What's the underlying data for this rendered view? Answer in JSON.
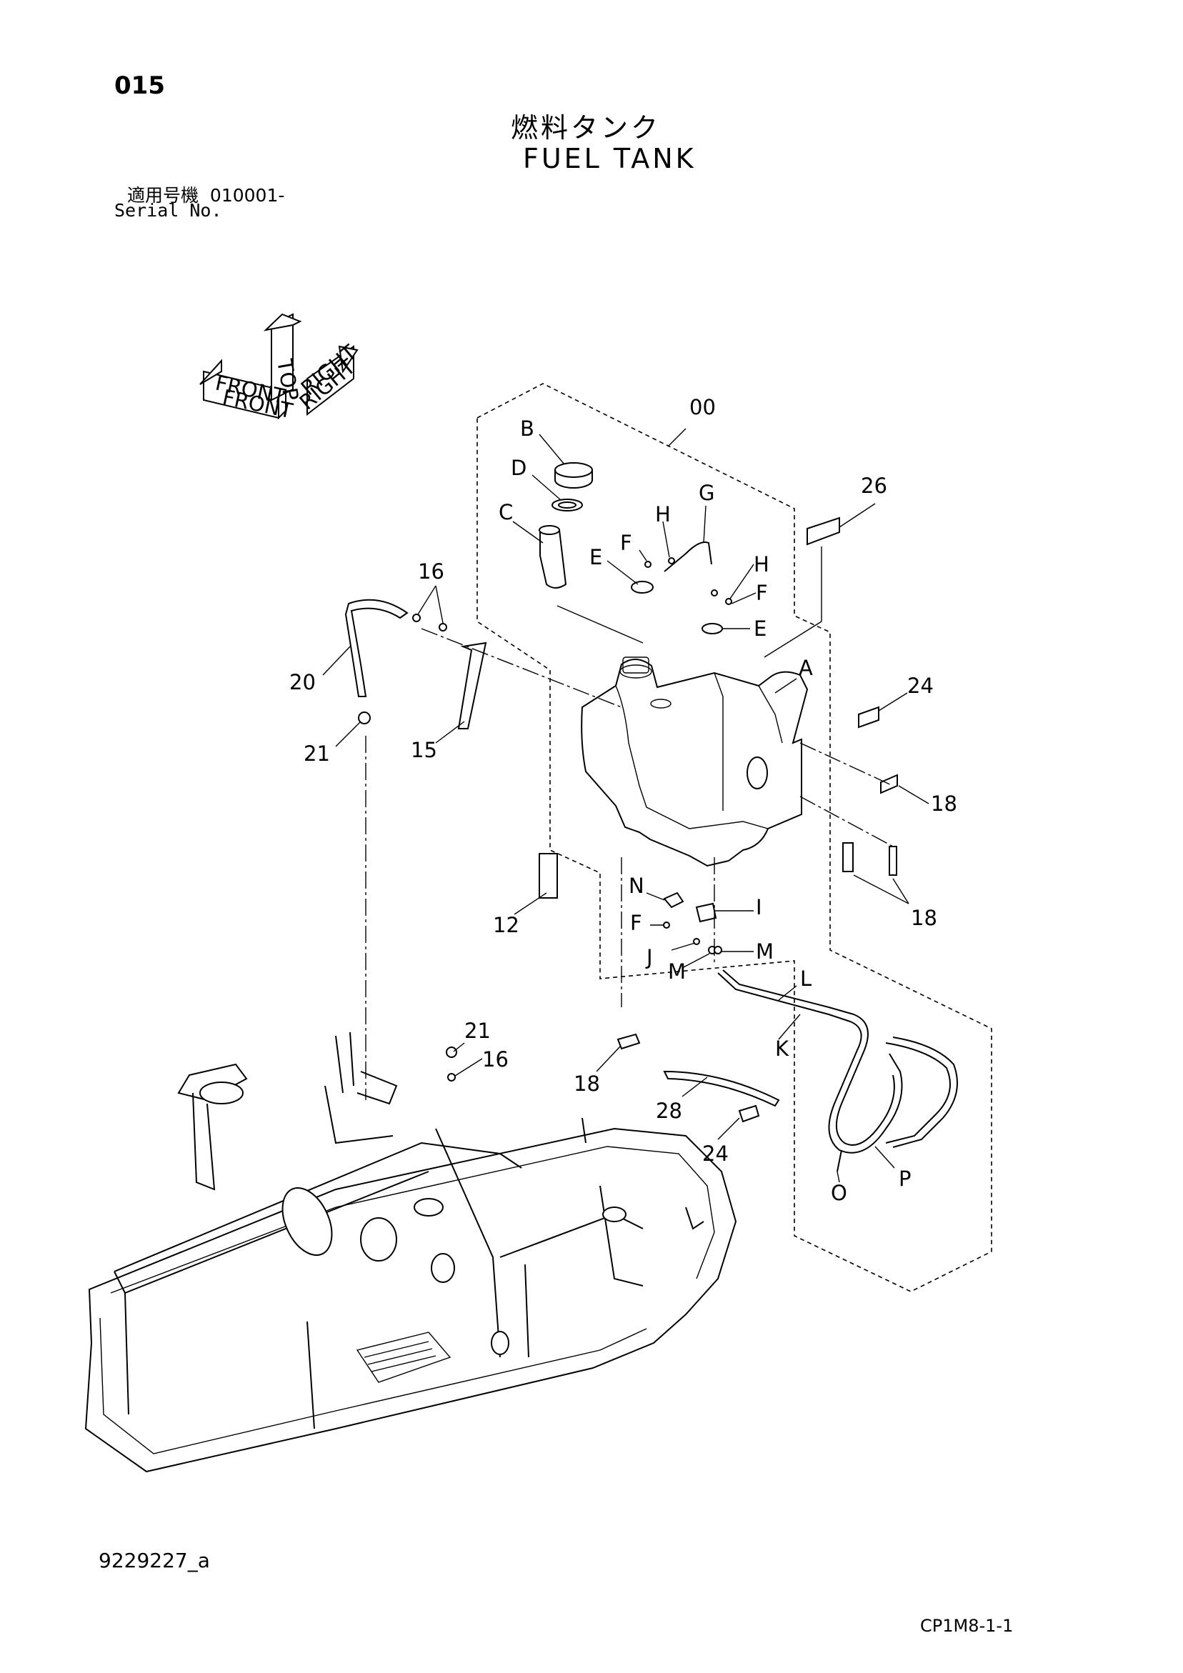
{
  "header": {
    "page_number": "015",
    "title_jp": "燃料タンク",
    "title_en": "FUEL TANK",
    "serial_label_jp": "適用号機",
    "serial_value": "010001-",
    "serial_label_en": "Serial No."
  },
  "orientation": {
    "labels": [
      "TOP",
      "RIGHT",
      "FRONT",
      "FRONT",
      "RIGHT"
    ]
  },
  "callouts": {
    "assembly": "00",
    "B": "B",
    "D": "D",
    "C": "C",
    "G": "G",
    "F1": "F",
    "H1": "H",
    "E1": "E",
    "H2": "H",
    "F2": "F",
    "E2": "E",
    "A": "A",
    "I": "I",
    "N": "N",
    "F3": "F",
    "J": "J",
    "M1": "M",
    "M2": "M",
    "L": "L",
    "K": "K",
    "O": "O",
    "P": "P",
    "p26": "26",
    "p16a": "16",
    "p20": "20",
    "p15": "15",
    "p21a": "21",
    "p24a": "24",
    "p18a": "18",
    "p18b": "18",
    "p12": "12",
    "p21b": "21",
    "p16b": "16",
    "p18c": "18",
    "p28": "28",
    "p24b": "24"
  },
  "footer": {
    "drawing_code": "9229227_a",
    "catalog_code": "CP1M8-1-1"
  }
}
